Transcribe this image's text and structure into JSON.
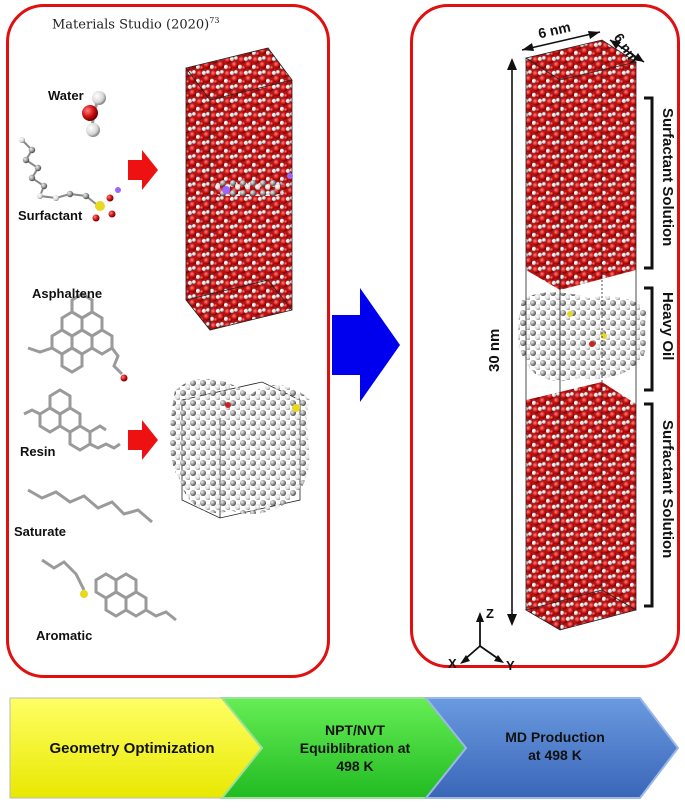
{
  "left_panel": {
    "title": "Materials Studio (2020)",
    "title_ref": "73",
    "molecules": {
      "water": "Water",
      "surfactant": "Surfactant",
      "asphaltene": "Asphaltene",
      "resin": "Resin",
      "saturate": "Saturate",
      "aromatic": "Aromatic"
    }
  },
  "right_panel": {
    "width_x": "6 nm",
    "width_y": "6 nm",
    "height": "30 nm",
    "layers": {
      "top": "Surfactant Solution",
      "middle": "Heavy Oil",
      "bottom": "Surfactant Solution"
    },
    "axes": {
      "z": "Z",
      "x": "X",
      "y": "Y"
    }
  },
  "workflow": {
    "step1": "Geometry Optimization",
    "step2_line1": "NPT/NVT",
    "step2_line2": "Equiblibration at",
    "step2_line3": "498 K",
    "step3_line1": "MD Production",
    "step3_line2": "at 498 K"
  },
  "colors": {
    "panel_border": "#e01010",
    "arrow_red": "#ee1111",
    "arrow_blue": "#0000ee",
    "step1": "#ffff00",
    "step2": "#33dd33",
    "step3": "#4477cc",
    "water_red": "#cc1111"
  }
}
